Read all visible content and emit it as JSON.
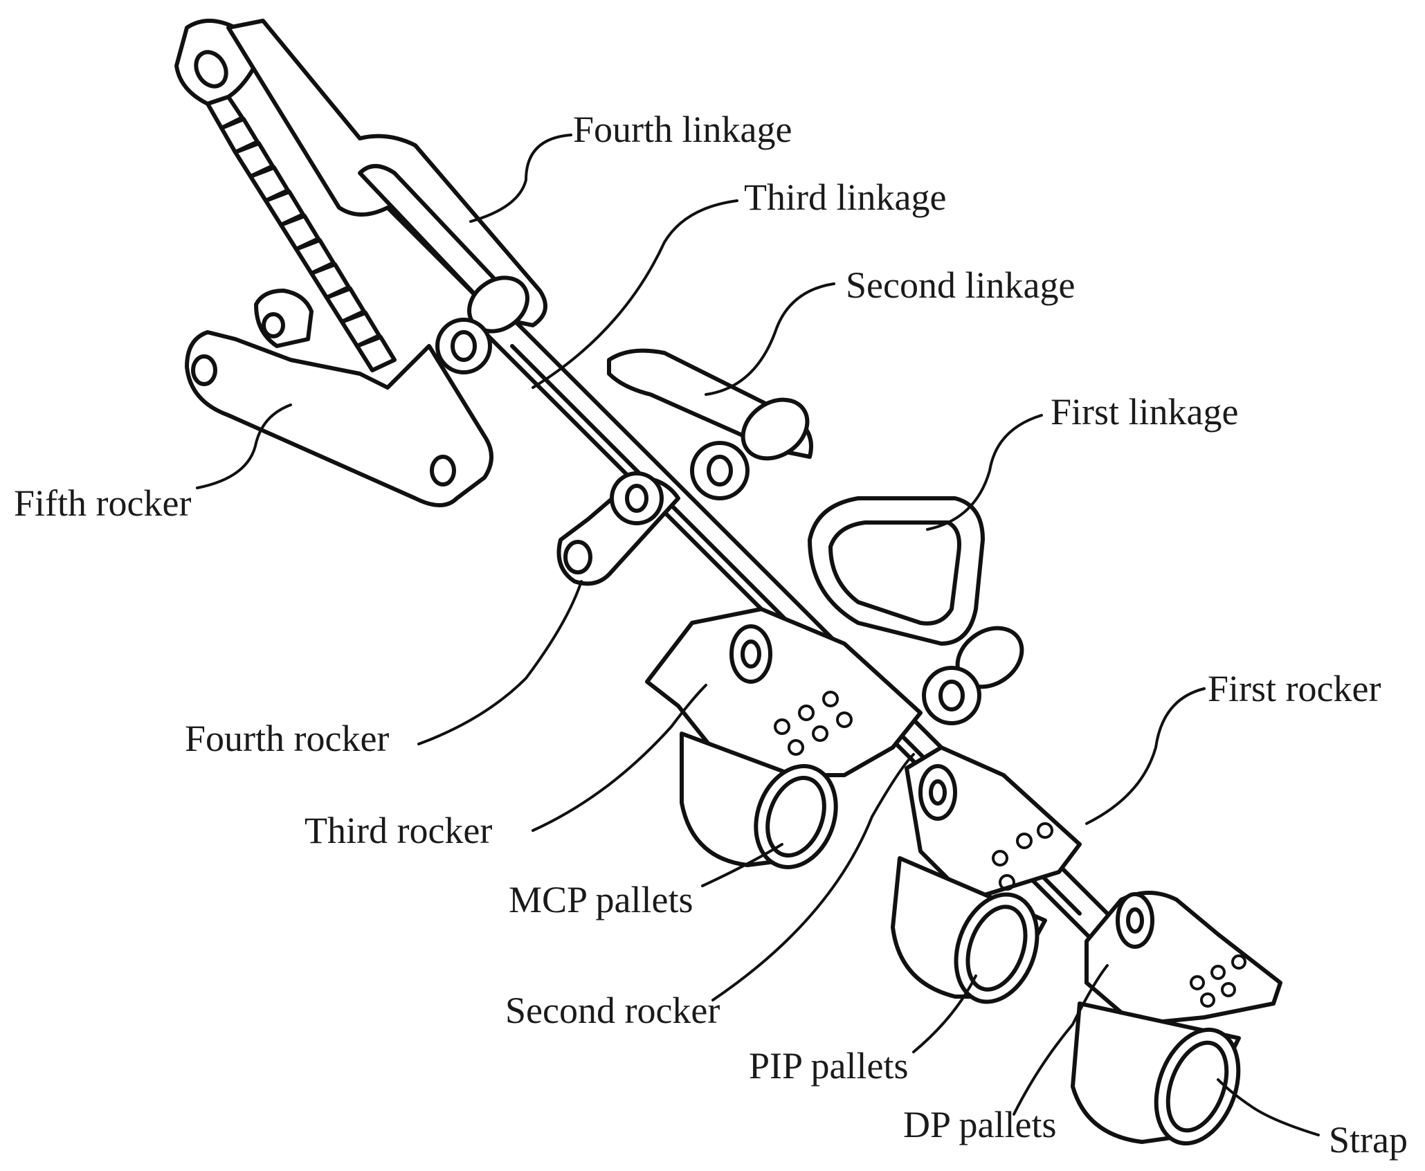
{
  "labels": {
    "fourth_linkage": "Fourth linkage",
    "third_linkage": "Third linkage",
    "second_linkage": "Second linkage",
    "first_linkage": "First linkage",
    "fifth_rocker": "Fifth rocker",
    "first_rocker": "First rocker",
    "fourth_rocker": "Fourth rocker",
    "third_rocker": "Third rocker",
    "mcp_pallets": "MCP pallets",
    "second_rocker": "Second rocker",
    "pip_pallets": "PIP pallets",
    "dp_pallets": "DP pallets",
    "strap": "Strap"
  }
}
